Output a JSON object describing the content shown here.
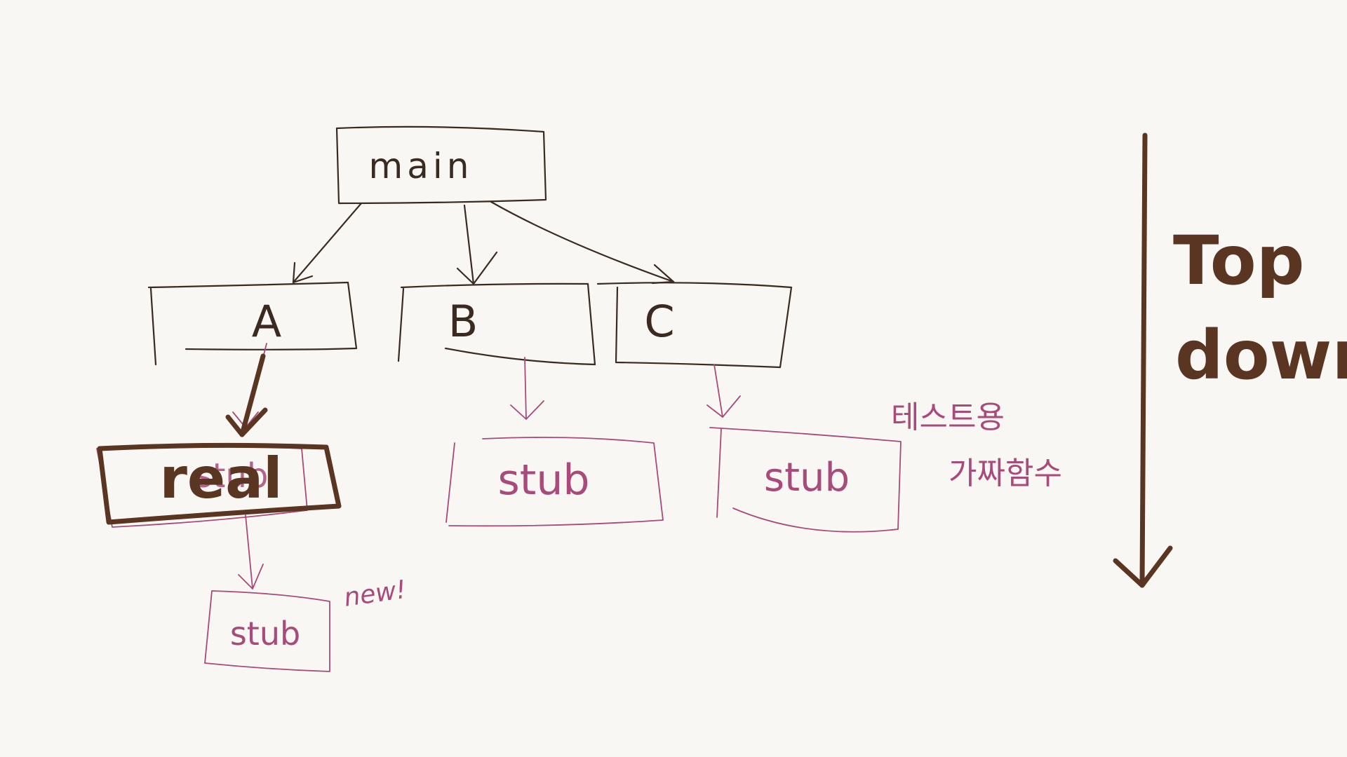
{
  "colors": {
    "background": "#f8f7f4",
    "ink_dark": "#3a2a20",
    "ink_pink": "#a84a7a",
    "ink_heavy": "#5a3522"
  },
  "nodes": {
    "main": "main",
    "a": "A",
    "b": "B",
    "c": "C",
    "stub_under_real": "stub",
    "real": "real",
    "stub_b": "stub",
    "stub_c": "stub",
    "stub_new": "stub"
  },
  "annotations": {
    "new": "new!",
    "test_line1": "테스트용",
    "test_line2": "가짜함수",
    "direction_line1": "Top",
    "direction_line2": "down"
  }
}
